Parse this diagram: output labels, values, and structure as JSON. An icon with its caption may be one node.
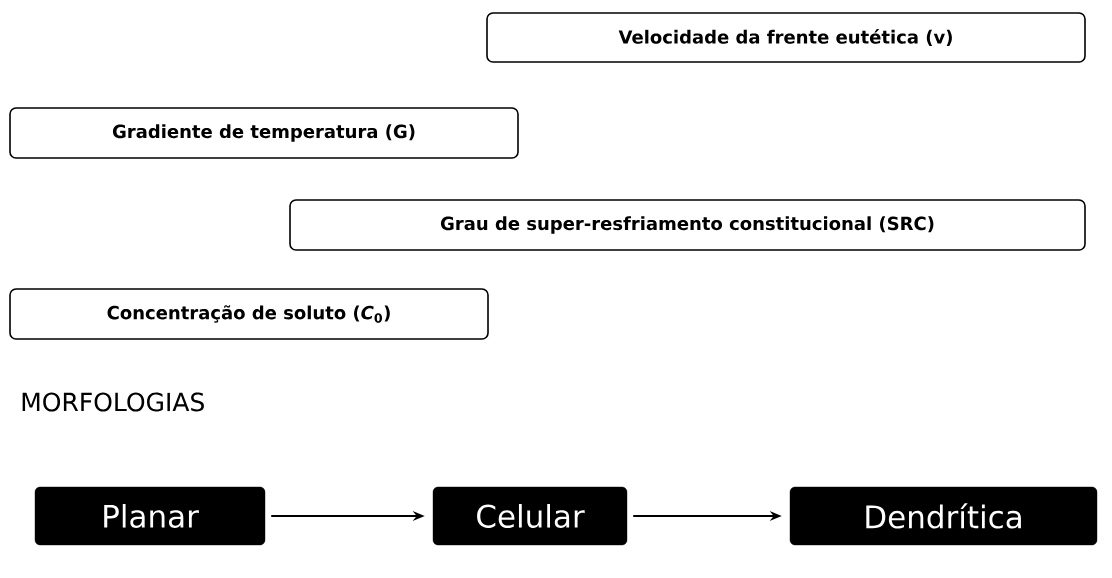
{
  "diagram": {
    "nodes": [
      {
        "text": [
          "Velocidade da frente eutética (v)"
        ]
      },
      {
        "text": [
          "Gradiente de temperatura (G)"
        ]
      },
      {
        "text": [
          "Grau de super-resfriamento constitucional (SRC)"
        ]
      },
      {
        "text": [
          "Concentração de soluto (*C*$_{0}$)"
        ]
      },
      {
        "text": [
          "Planar"
        ]
      },
      {
        "text": [
          "Celular"
        ]
      },
      {
        "text": [
          "Dendrítica"
        ]
      }
    ],
    "edges": [
      {
        "from": 4,
        "to": 5,
        "arrow": "to"
      },
      {
        "from": 5,
        "to": 6,
        "arrow": "to"
      }
    ],
    "labels": [
      "MORFOLOGIAS"
    ]
  }
}
